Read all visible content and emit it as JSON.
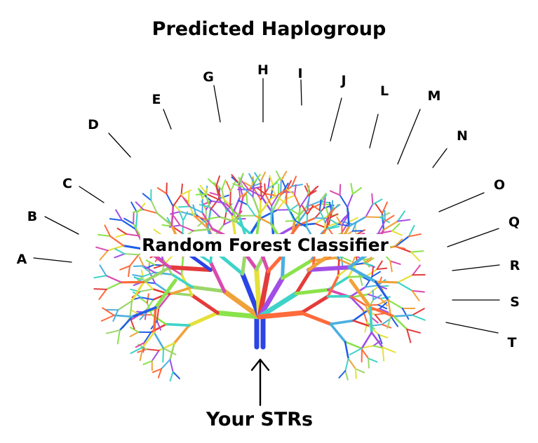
{
  "diagram": {
    "title": "Predicted Haplogroup",
    "classifier_label": "Random Forest Classifier",
    "input_label": "Your STRs",
    "haplogroups": [
      "A",
      "B",
      "C",
      "D",
      "E",
      "G",
      "H",
      "I",
      "J",
      "L",
      "M",
      "N",
      "O",
      "Q",
      "R",
      "S",
      "T"
    ]
  },
  "colors": {
    "trunk": "#2b44e6",
    "palette": [
      "#1f5fe8",
      "#e43b3b",
      "#8ae34a",
      "#a24de6",
      "#f0a23a",
      "#3fd3c8",
      "#e6e03a",
      "#d94ab0",
      "#4ab0e0",
      "#9bd66a",
      "#ff6a3a"
    ]
  }
}
